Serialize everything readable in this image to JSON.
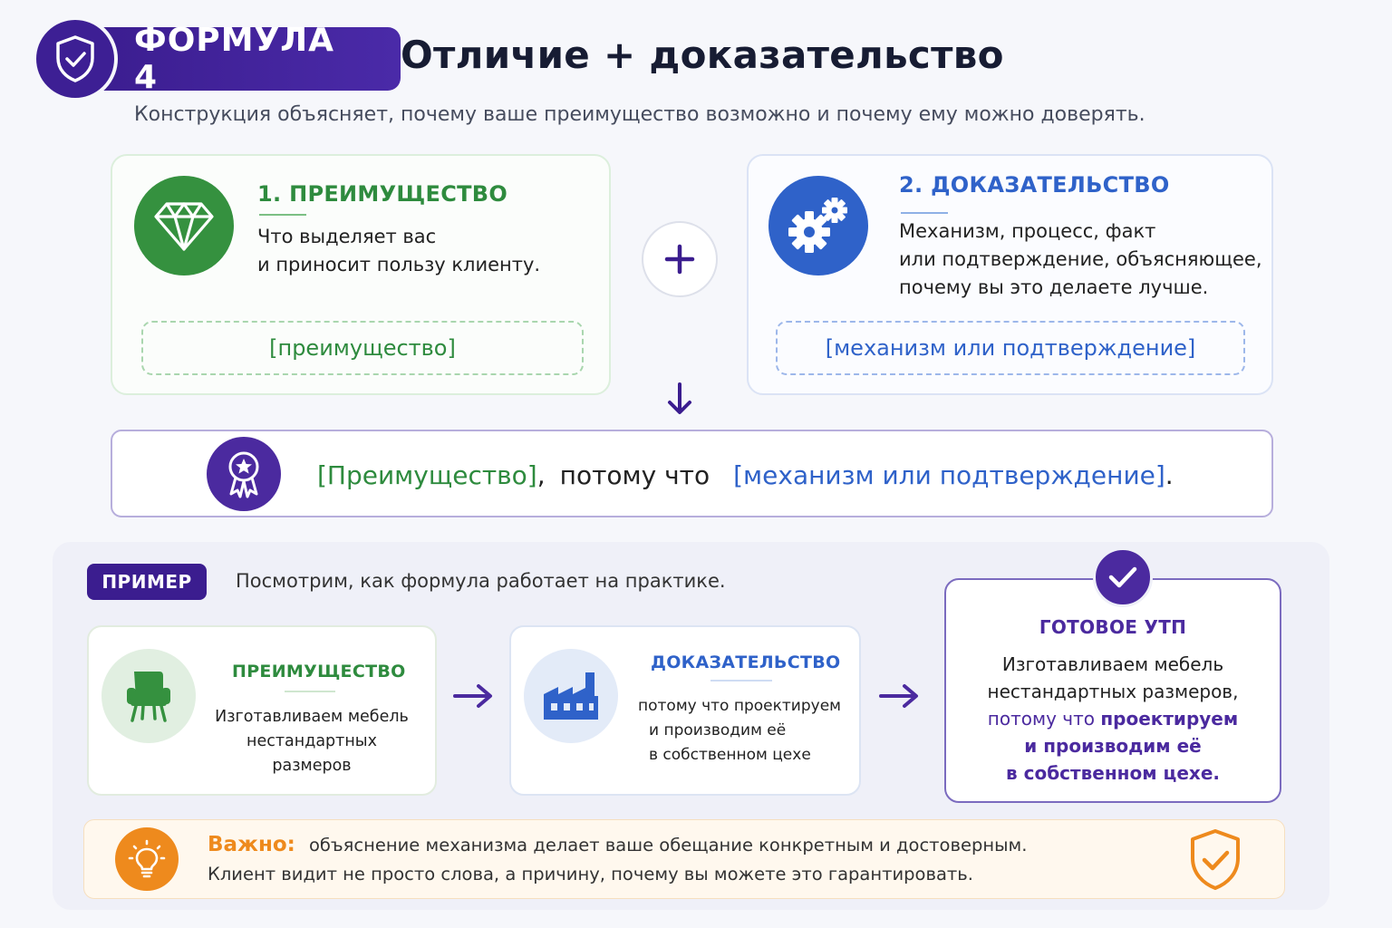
{
  "header": {
    "badge": "ФОРМУЛА 4",
    "title": "Отличие + доказательство",
    "subtitle": "Конструкция объясняет, почему ваше преимущество возможно и почему ему можно доверять."
  },
  "advantage_card": {
    "title": "1. ПРЕИМУЩЕСТВО",
    "desc_line1": "Что выделяет вас",
    "desc_line2": "и приносит пользу клиенту.",
    "slot": "[преимущество]"
  },
  "proof_card": {
    "title": "2. ДОКАЗАТЕЛЬСТВО",
    "desc_line1": "Механизм, процесс, факт",
    "desc_line2": "или подтверждение, объясняющее,",
    "desc_line3": "почему вы это делаете лучше.",
    "slot": "[механизм или подтверждение]"
  },
  "formula": {
    "part1": "[Преимущество]",
    "comma": ",",
    "connector": "потому что",
    "part2": "[механизм или подтверждение]",
    "period": "."
  },
  "example": {
    "tag": "ПРИМЕР",
    "intro": "Посмотрим, как формула работает на практике.",
    "advantage": {
      "title": "ПРЕИМУЩЕСТВО",
      "line1": "Изготавливаем мебель",
      "line2": "нестандартных размеров"
    },
    "proof": {
      "title": "ДОКАЗАТЕЛЬСТВО",
      "line1": "потому что проектируем",
      "line2": "и производим её",
      "line3": "в собственном цехе"
    },
    "ready": {
      "title": "ГОТОВОЕ УТП",
      "line1": "Изготавливаем мебель",
      "line2": "нестандартных размеров,",
      "line3_normal": "потому что",
      "line3_bold": "проектируем",
      "line4": "и производим её",
      "line5": "в собственном цехе."
    }
  },
  "important": {
    "label": "Важно:",
    "line1": "объяснение механизма делает ваше обещание конкретным и достоверным.",
    "line2": "Клиент видит не просто слова, а причину, почему вы можете это гарантировать."
  },
  "colors": {
    "brand_purple": "#3b1d8f",
    "green": "#2e8b3e",
    "blue": "#2f62c9",
    "orange": "#ee8a1d"
  },
  "icons": {
    "badge": "shield-check-icon",
    "advantage": "diamond-icon",
    "proof": "gears-icon",
    "formula": "award-icon",
    "example_advantage": "chair-icon",
    "example_proof": "factory-icon",
    "ready": "check-icon",
    "important": "lightbulb-icon",
    "important_right": "shield-check-icon"
  }
}
